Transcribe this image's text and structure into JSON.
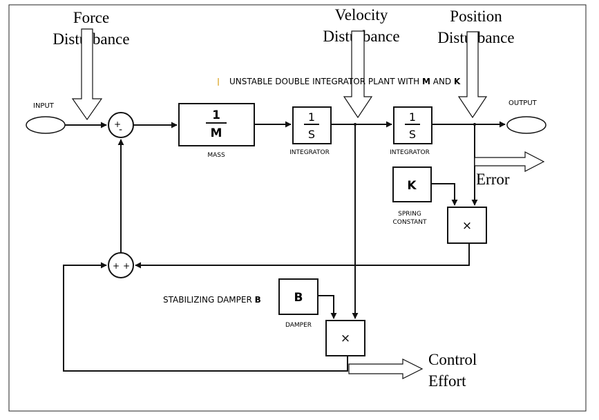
{
  "disturbances": {
    "force": [
      "Force",
      "Disturbance"
    ],
    "velocity": [
      "Velocity",
      "Disturbance"
    ],
    "position": [
      "Position",
      "Disturbance"
    ]
  },
  "plant_title_pre": "UNSTABLE DOUBLE INTEGRATOR PLANT WITH ",
  "plant_title_m": "M",
  "plant_title_and": " AND ",
  "plant_title_k": "K",
  "input_label": "INPUT",
  "output_label": "OUTPUT",
  "sum1": {
    "plus": "+",
    "minus": "-"
  },
  "sum2": {
    "plus_left": "+",
    "plus_right": "+"
  },
  "mass": {
    "numerator": "1",
    "denominator": "M",
    "label": "MASS"
  },
  "integrator1": {
    "numerator": "1",
    "denominator": "S",
    "label": "INTEGRATOR"
  },
  "integrator2": {
    "numerator": "1",
    "denominator": "S",
    "label": "INTEGRATOR"
  },
  "spring": {
    "symbol": "K",
    "label_line1": "SPRING",
    "label_line2": "CONSTANT"
  },
  "damper": {
    "symbol": "B",
    "label": "DAMPER"
  },
  "damper_title_pre": "STABILIZING DAMPER ",
  "damper_title_b": "B",
  "multiply_symbol": "×",
  "error_label": "Error",
  "control_effort": [
    "Control",
    "Effort"
  ]
}
